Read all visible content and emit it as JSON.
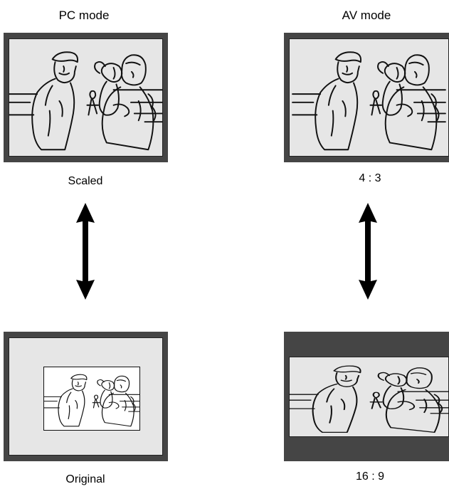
{
  "pc_mode": {
    "heading": "PC mode",
    "top_label": "Scaled",
    "bottom_label": "Original"
  },
  "av_mode": {
    "heading": "AV mode",
    "top_label": "4 : 3",
    "bottom_label": "16 : 9"
  },
  "colors": {
    "frame": "#454545",
    "picture_background": "#e6e6e6",
    "arrow": "#000000"
  }
}
